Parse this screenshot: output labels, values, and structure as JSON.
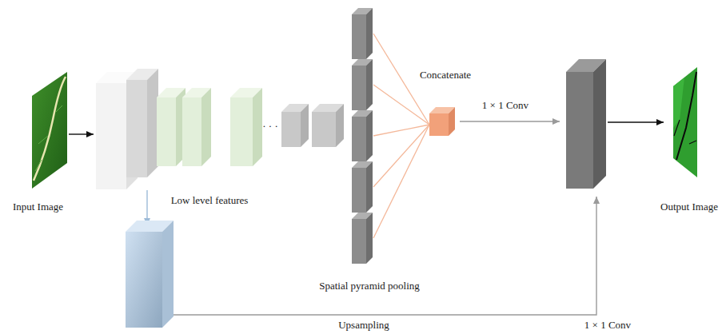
{
  "diagram": {
    "nodes": [
      {
        "text": [
          "Input Image"
        ]
      },
      {
        "text": [
          "Concatenate"
        ]
      },
      {
        "text": [
          "Output Image"
        ]
      }
    ],
    "labels": [
      "Low level features",
      "· · ·",
      "1 × 1 Conv",
      "Spatial pyramid pooling",
      "Upsampling",
      "1 × 1 Conv"
    ]
  }
}
